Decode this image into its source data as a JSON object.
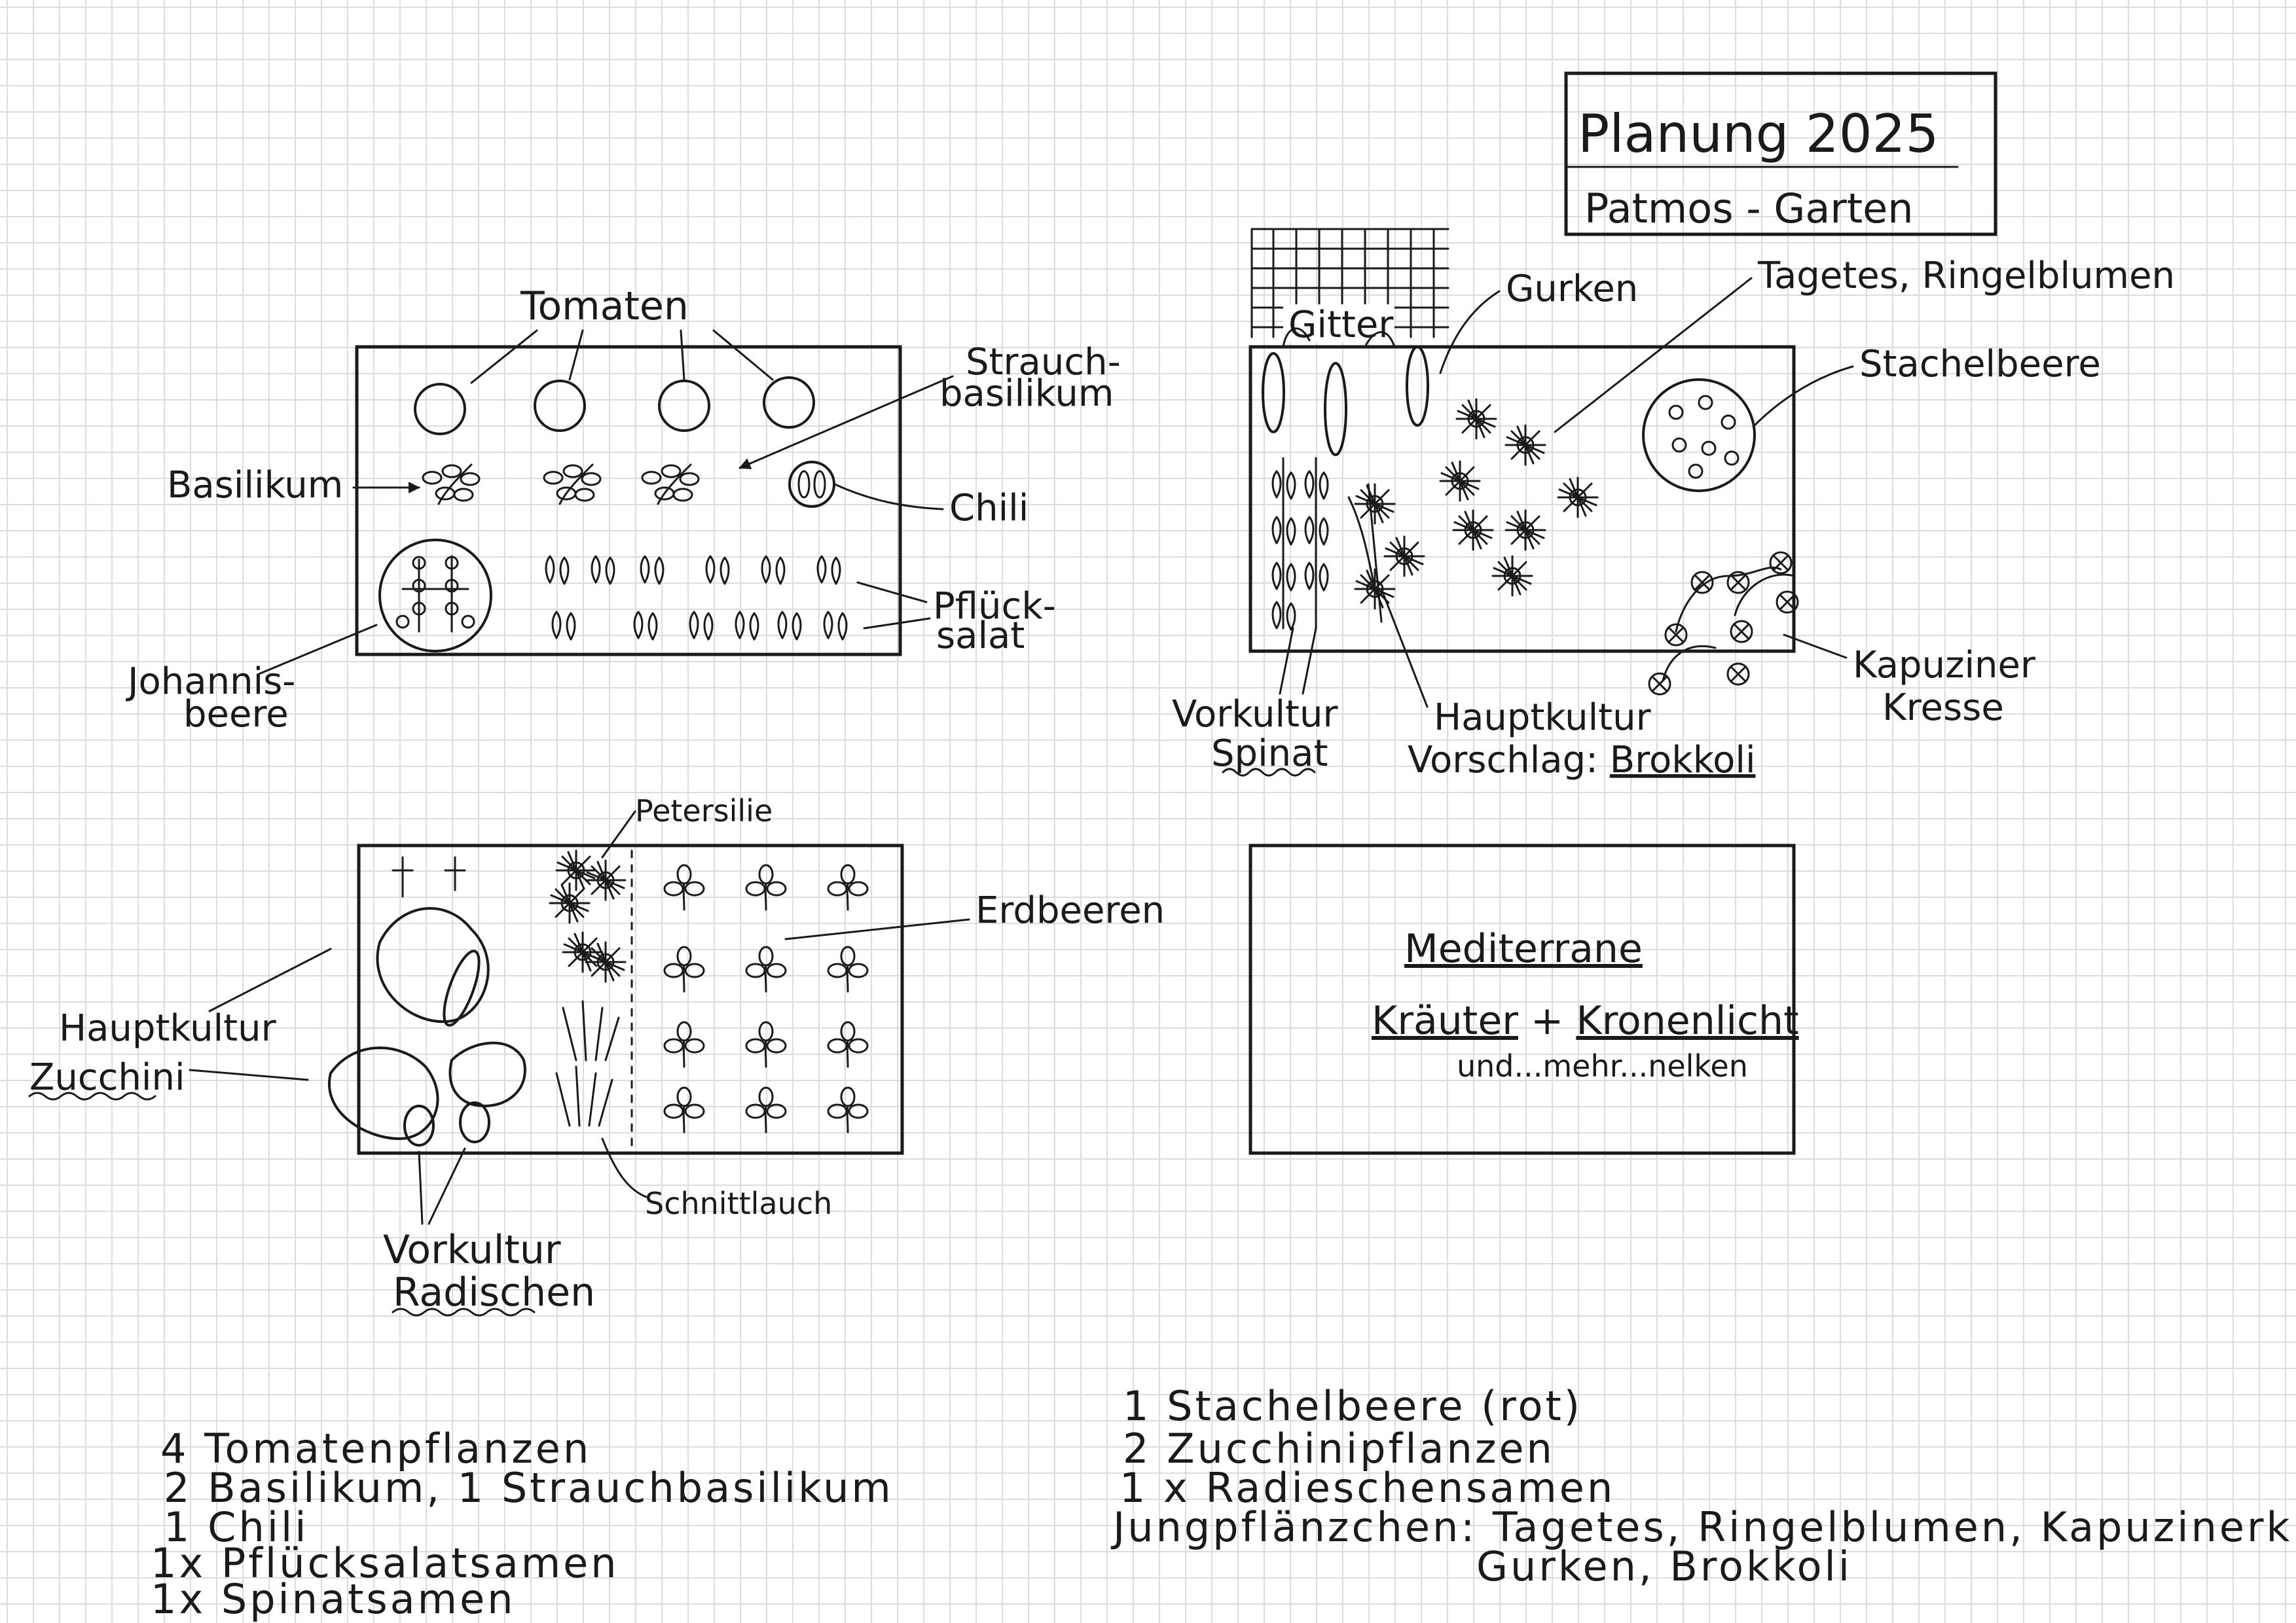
{
  "title": {
    "line1": "Planung 2025",
    "line2": "Patmos - Garten"
  },
  "bed_top_left": {
    "tomatoes": "Tomaten",
    "basil": "Basilikum",
    "shrub_basil_1": "Strauch-",
    "shrub_basil_2": "basilikum",
    "chili": "Chili",
    "lettuce_1": "Pflück-",
    "lettuce_2": "salat",
    "currant_1": "Johannis-",
    "currant_2": "beere"
  },
  "bed_top_right": {
    "trellis": "Gitter",
    "cucumbers": "Gurken",
    "flowers": "Tagetes, Ringelblumen",
    "gooseberry": "Stachelbeere",
    "nasturtium_1": "Kapuziner",
    "nasturtium_2": "Kresse",
    "pre_crop_1": "Vorkultur",
    "pre_crop_2": "Spinat",
    "main_crop_1": "Hauptkultur",
    "main_crop_2a": "Vorschlag: ",
    "main_crop_2b": "Brokkoli"
  },
  "bed_bottom_left": {
    "parsley": "Petersilie",
    "strawberries": "Erdbeeren",
    "main_crop_1": "Hauptkultur",
    "main_crop_2": "Zucchini",
    "chives": "Schnittlauch",
    "pre_crop_1": "Vorkultur",
    "pre_crop_2": "Radischen"
  },
  "bed_bottom_right": {
    "line1": "Mediterrane",
    "line2a": "Kräuter",
    "line2b": " + ",
    "line2c": "Kronenlicht",
    "line3": "und...mehr...nelken"
  },
  "shopping_left": [
    "4 Tomatenpflanzen",
    "2 Basilikum, 1 Strauchbasilikum",
    "1 Chili",
    "1x Pflücksalatsamen",
    "1x Spinatsamen"
  ],
  "shopping_right": [
    "1 Stachelbeere (rot)",
    "2 Zucchinipflanzen",
    "1 x Radieschensamen",
    "Jungpflänzchen: Tagetes, Ringelblumen, Kapuzinerkresse,",
    "Gurken, Brokkoli"
  ]
}
